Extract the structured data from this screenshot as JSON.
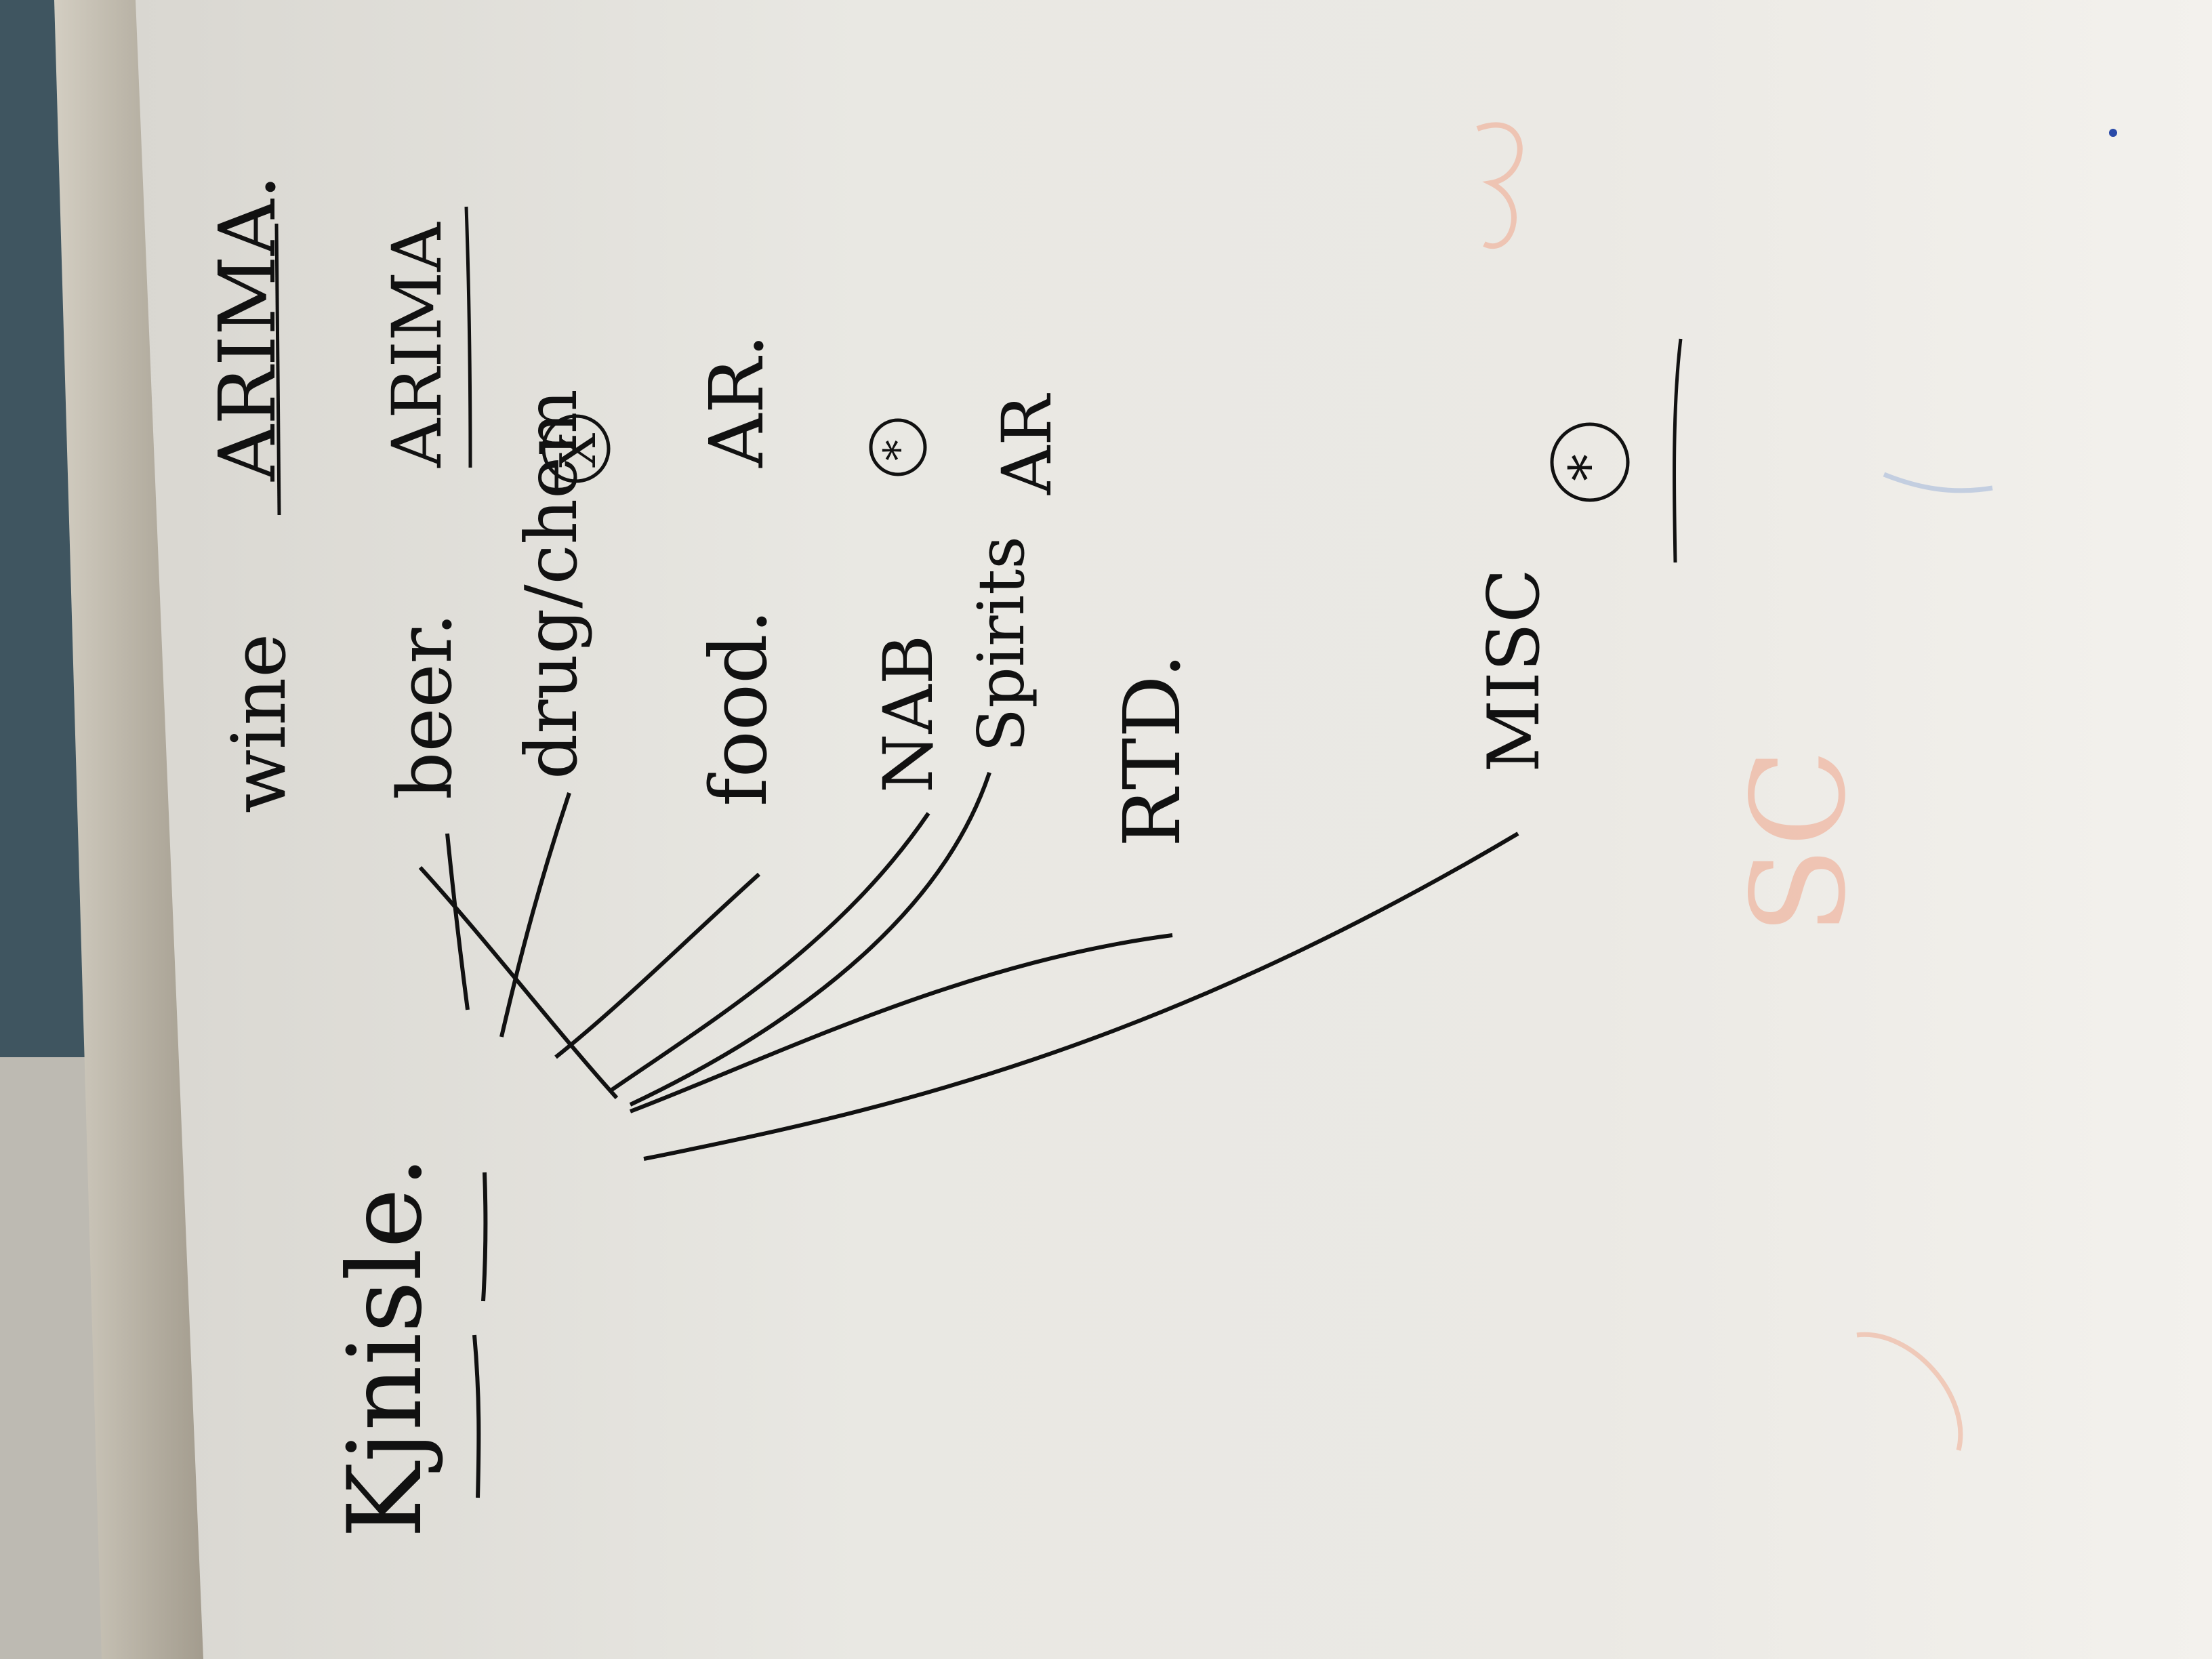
{
  "whiteboard": {
    "root_label": "Kjnisle.",
    "categories": [
      {
        "label": "wine"
      },
      {
        "label": "beer."
      },
      {
        "label": "drug/chem"
      },
      {
        "label": "food."
      },
      {
        "label": "NAB"
      },
      {
        "label": "Spirits"
      },
      {
        "label": "RTD."
      },
      {
        "label": "MISC"
      }
    ],
    "right_notes": [
      {
        "label": "ARIMA."
      },
      {
        "label": "ARIMA"
      },
      {
        "label": "X"
      },
      {
        "label": "AR."
      },
      {
        "label": "*"
      },
      {
        "label": "AR"
      },
      {
        "label": "*"
      }
    ],
    "faint_marks": [
      {
        "label": "SC"
      }
    ]
  },
  "colors": {
    "marker_black": "#111111",
    "board_white": "#ecebe6",
    "frame": "#b9b3a5",
    "wall_teal": "#3f5560",
    "faint_orange": "#f0a58a",
    "faint_blue": "#9fb4d8"
  }
}
